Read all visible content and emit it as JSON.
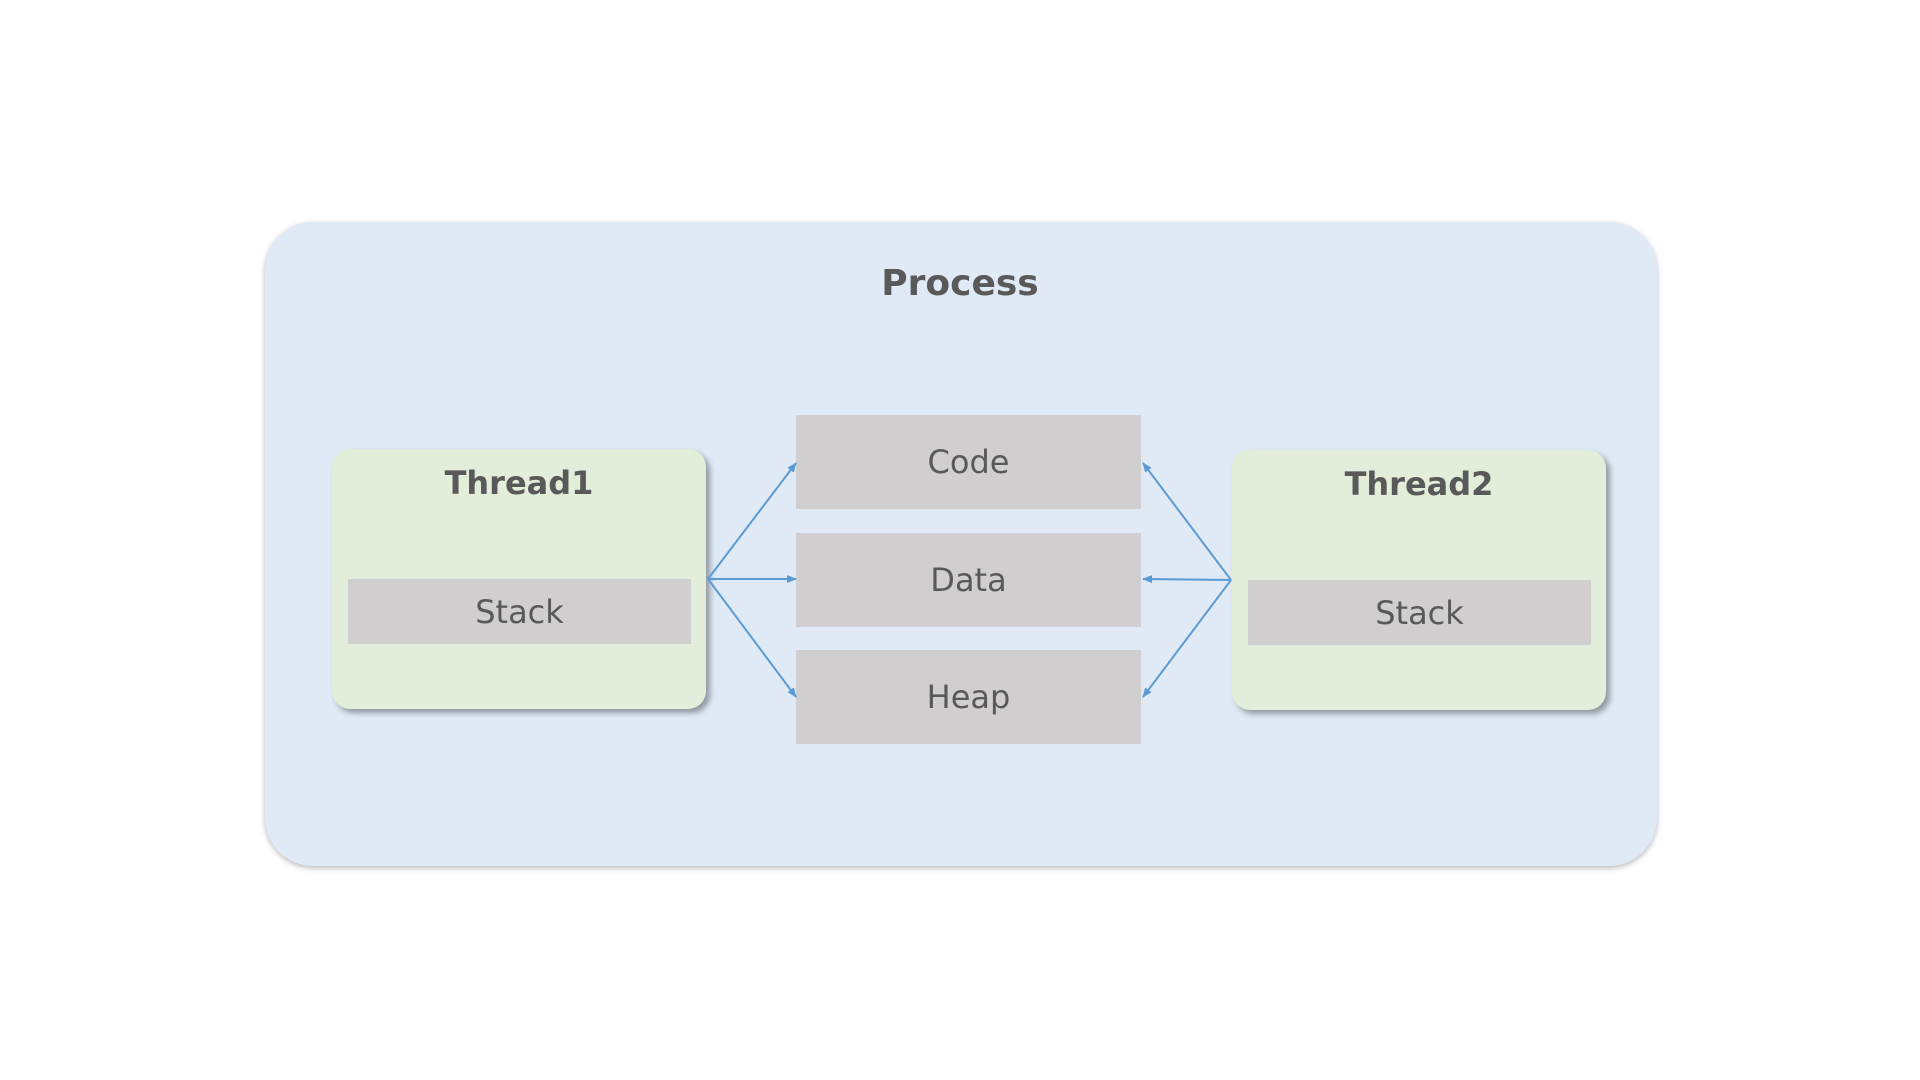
{
  "process": {
    "title": "Process"
  },
  "threads": [
    {
      "title": "Thread1",
      "stack_label": "Stack"
    },
    {
      "title": "Thread2",
      "stack_label": "Stack"
    }
  ],
  "segments": {
    "code": "Code",
    "data": "Data",
    "heap": "Heap"
  },
  "colors": {
    "process_fill": "#dfeaf6",
    "thread_fill": "#e2eed9",
    "block_fill": "#d0cece",
    "arrow": "#5b9bd5",
    "text": "#595959"
  }
}
